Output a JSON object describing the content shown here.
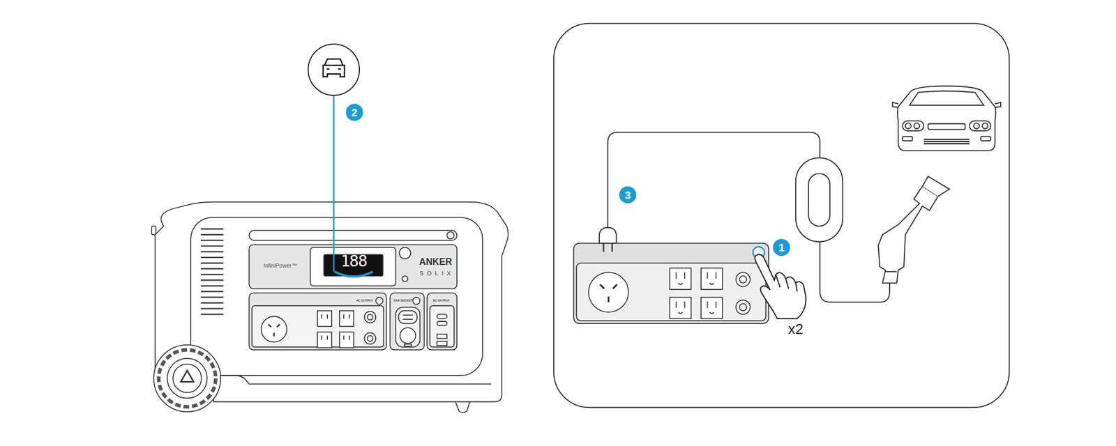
{
  "diagram": {
    "labels": [
      "2",
      "3",
      "1",
      "x2",
      "InfiniPower™",
      "188",
      "ANKER",
      "SOLIX",
      "AC OUTPUT",
      "CAR SOCKET",
      "DC OUTPUT"
    ]
  }
}
